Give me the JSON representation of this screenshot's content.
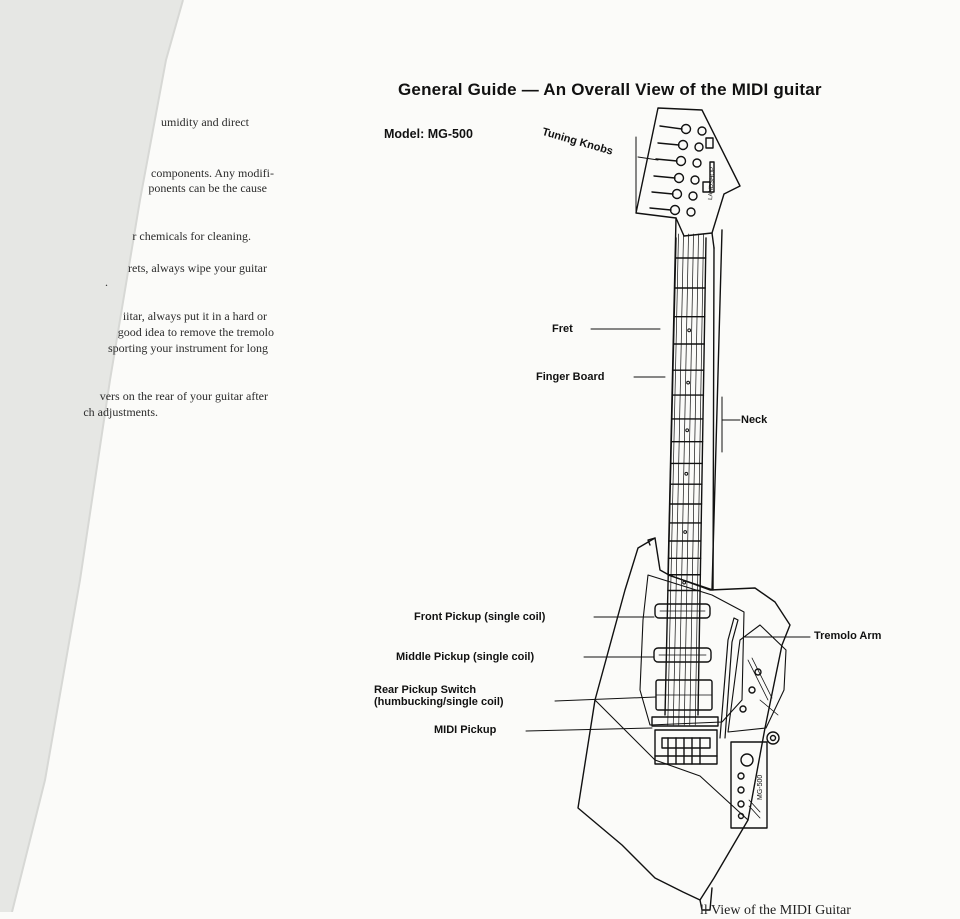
{
  "left_page": {
    "lines": [
      "umidity and direct",
      "components. Any modifi-",
      "ponents can be the cause",
      "r chemicals for cleaning.",
      "rets, always wipe your guitar",
      ".",
      "iitar, always put it in a hard or",
      "good idea to remove the tremolo",
      "sporting your instrument for long",
      "vers on the rear of your guitar after",
      "ch adjustments."
    ]
  },
  "diagram": {
    "title": "General Guide — An Overall View of the MIDI guitar",
    "model": "Model: MG-500",
    "labels": {
      "tuning_knobs": "Tuning Knobs",
      "fret": "Fret",
      "finger_board": "Finger Board",
      "neck": "Neck",
      "front_pickup": "Front Pickup (single coil)",
      "middle_pickup": "Middle Pickup (single coil)",
      "rear_pickup_line1": "Rear Pickup Switch",
      "rear_pickup_line2": "(humbucking/single coil)",
      "midi_pickup": "MIDI Pickup",
      "tremolo_arm": "Tremolo Arm"
    },
    "headstock_text": "LANDSHOP",
    "body_panel_text": "MG-500",
    "caption": "ll View of the MIDI Guitar"
  },
  "colors": {
    "paper": "#fbfbf9",
    "shadow": "#e4e5e2",
    "ink": "#111111"
  }
}
